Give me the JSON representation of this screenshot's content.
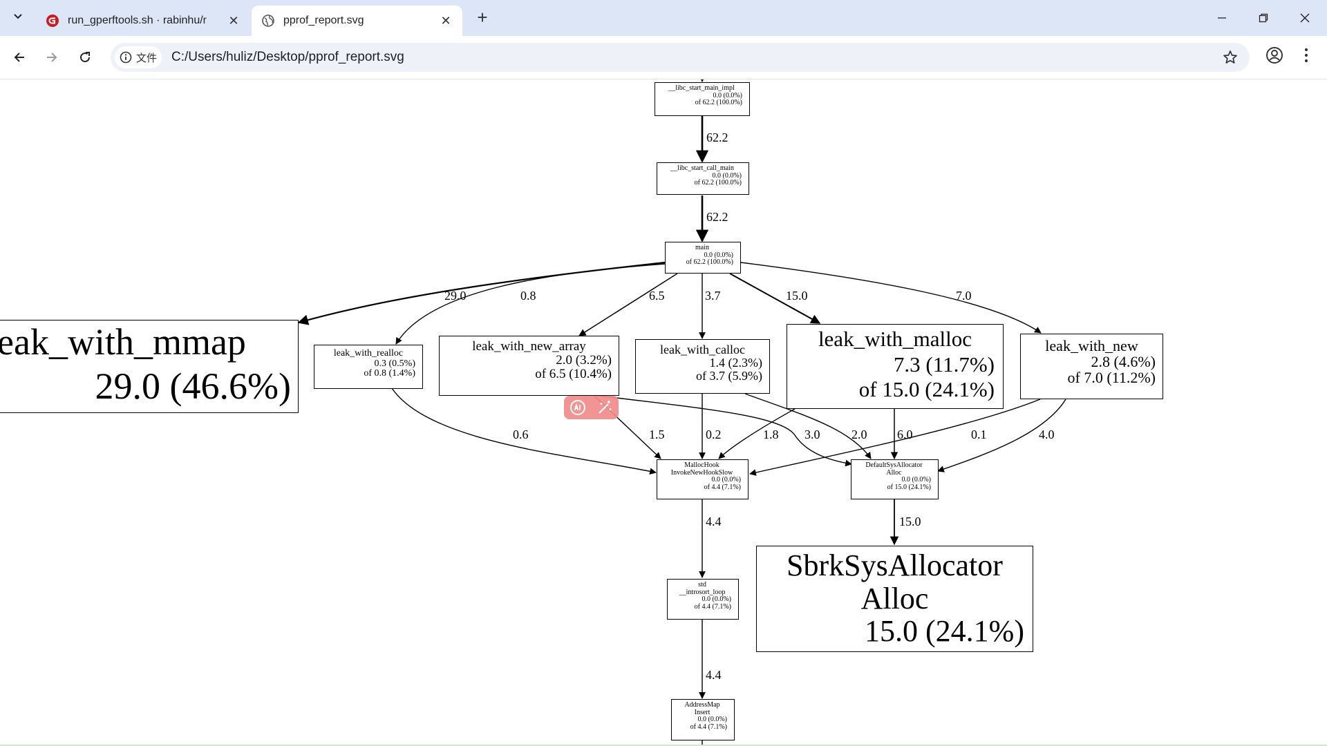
{
  "browser": {
    "tabs": [
      {
        "title": "run_gperftools.sh · rabinhu/r",
        "favicon": "gitee-icon",
        "active": false
      },
      {
        "title": "pprof_report.svg",
        "favicon": "globe-icon",
        "active": true
      }
    ],
    "site_chip_label": "文件",
    "url": "C:/Users/huliz/Desktop/pprof_report.svg"
  },
  "graph": {
    "nodes": [
      {
        "id": "libc_start_main_impl",
        "name": "__libc_start_main_impl",
        "lines": [
          "0.0 (0.0%)",
          "of 62.2 (100.0%)"
        ]
      },
      {
        "id": "libc_start_call_main",
        "name": "__libc_start_call_main",
        "lines": [
          "0.0 (0.0%)",
          "of 62.2 (100.0%)"
        ]
      },
      {
        "id": "main",
        "name": "main",
        "lines": [
          "0.0 (0.0%)",
          "of 62.2 (100.0%)"
        ]
      },
      {
        "id": "leak_with_mmap",
        "name": "leak_with_mmap",
        "lines": [
          "29.0 (46.6%)"
        ]
      },
      {
        "id": "leak_with_realloc",
        "name": "leak_with_realloc",
        "lines": [
          "0.3 (0.5%)",
          "of 0.8 (1.4%)"
        ]
      },
      {
        "id": "leak_with_new_array",
        "name": "leak_with_new_array",
        "lines": [
          "2.0 (3.2%)",
          "of 6.5 (10.4%)"
        ]
      },
      {
        "id": "leak_with_calloc",
        "name": "leak_with_calloc",
        "lines": [
          "1.4 (2.3%)",
          "of 3.7 (5.9%)"
        ]
      },
      {
        "id": "leak_with_malloc",
        "name": "leak_with_malloc",
        "lines": [
          "7.3 (11.7%)",
          "of 15.0 (24.1%)"
        ]
      },
      {
        "id": "leak_with_new",
        "name": "leak_with_new",
        "lines": [
          "2.8 (4.6%)",
          "of 7.0 (11.2%)"
        ]
      },
      {
        "id": "mallochook",
        "name": "MallocHook",
        "name2": "InvokeNewHookSlow",
        "lines": [
          "0.0 (0.0%)",
          "of 4.4 (7.1%)"
        ]
      },
      {
        "id": "defaultsys",
        "name": "DefaultSysAllocator",
        "name2": "Alloc",
        "lines": [
          "0.0 (0.0%)",
          "of 15.0 (24.1%)"
        ]
      },
      {
        "id": "introsort",
        "name": "std",
        "name2": "__introsort_loop",
        "lines": [
          "0.0 (0.0%)",
          "of 4.4 (7.1%)"
        ]
      },
      {
        "id": "sbrk",
        "name": "SbrkSysAllocator",
        "name2": "Alloc",
        "lines": [
          "15.0 (24.1%)"
        ]
      },
      {
        "id": "addressmap",
        "name": "AddressMap",
        "name2": "Insert",
        "lines": [
          "0.0 (0.0%)",
          "of 4.4 (7.1%)"
        ]
      }
    ],
    "edge_labels": [
      "62.2",
      "62.2",
      "29.0",
      "0.8",
      "6.5",
      "3.7",
      "15.0",
      "7.0",
      "0.6",
      "1.5",
      "0.2",
      "1.8",
      "3.0",
      "2.0",
      "6.0",
      "0.1",
      "4.0",
      "4.4",
      "15.0",
      "4.4"
    ]
  },
  "colors": {
    "tabbar": "#dce6f7",
    "omnibox": "#eef1f8",
    "ai_badge": "#f28b8b"
  }
}
